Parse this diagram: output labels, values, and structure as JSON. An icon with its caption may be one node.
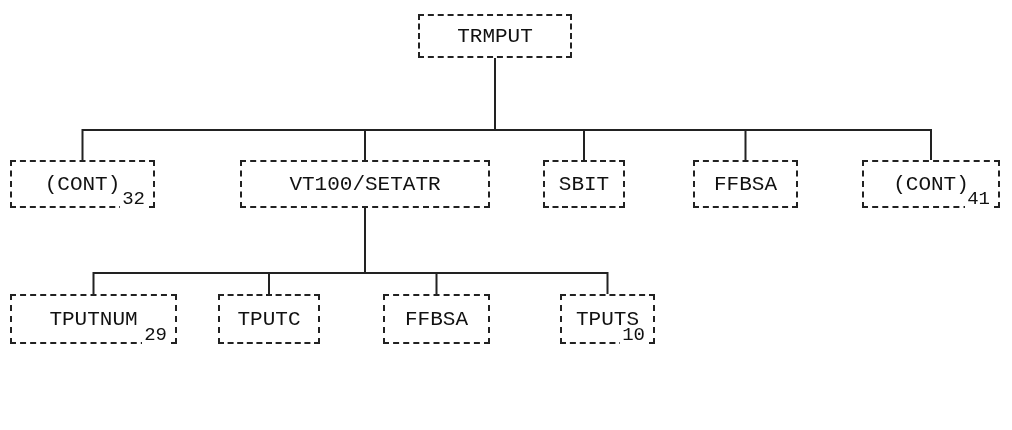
{
  "diagram": {
    "nodes": [
      {
        "text": [
          "TRMPUT"
        ]
      },
      {
        "text": [
          "(CONT)",
          "32"
        ]
      },
      {
        "text": [
          "VT100/SETATR"
        ]
      },
      {
        "text": [
          "SBIT"
        ]
      },
      {
        "text": [
          "FFBSA"
        ]
      },
      {
        "text": [
          "(CONT)",
          "41"
        ]
      },
      {
        "text": [
          "TPUTNUM",
          "29"
        ]
      },
      {
        "text": [
          "TPUTC"
        ]
      },
      {
        "text": [
          "FFBSA"
        ]
      },
      {
        "text": [
          "TPUTS",
          "10"
        ]
      }
    ],
    "edges": [
      {
        "from": 0,
        "to": 1,
        "arrow": "none"
      },
      {
        "from": 0,
        "to": 2,
        "arrow": "none"
      },
      {
        "from": 0,
        "to": 3,
        "arrow": "none"
      },
      {
        "from": 0,
        "to": 4,
        "arrow": "none"
      },
      {
        "from": 0,
        "to": 5,
        "arrow": "none"
      },
      {
        "from": 2,
        "to": 6,
        "arrow": "none"
      },
      {
        "from": 2,
        "to": 7,
        "arrow": "none"
      },
      {
        "from": 2,
        "to": 8,
        "arrow": "none"
      },
      {
        "from": 2,
        "to": 9,
        "arrow": "none"
      }
    ]
  }
}
